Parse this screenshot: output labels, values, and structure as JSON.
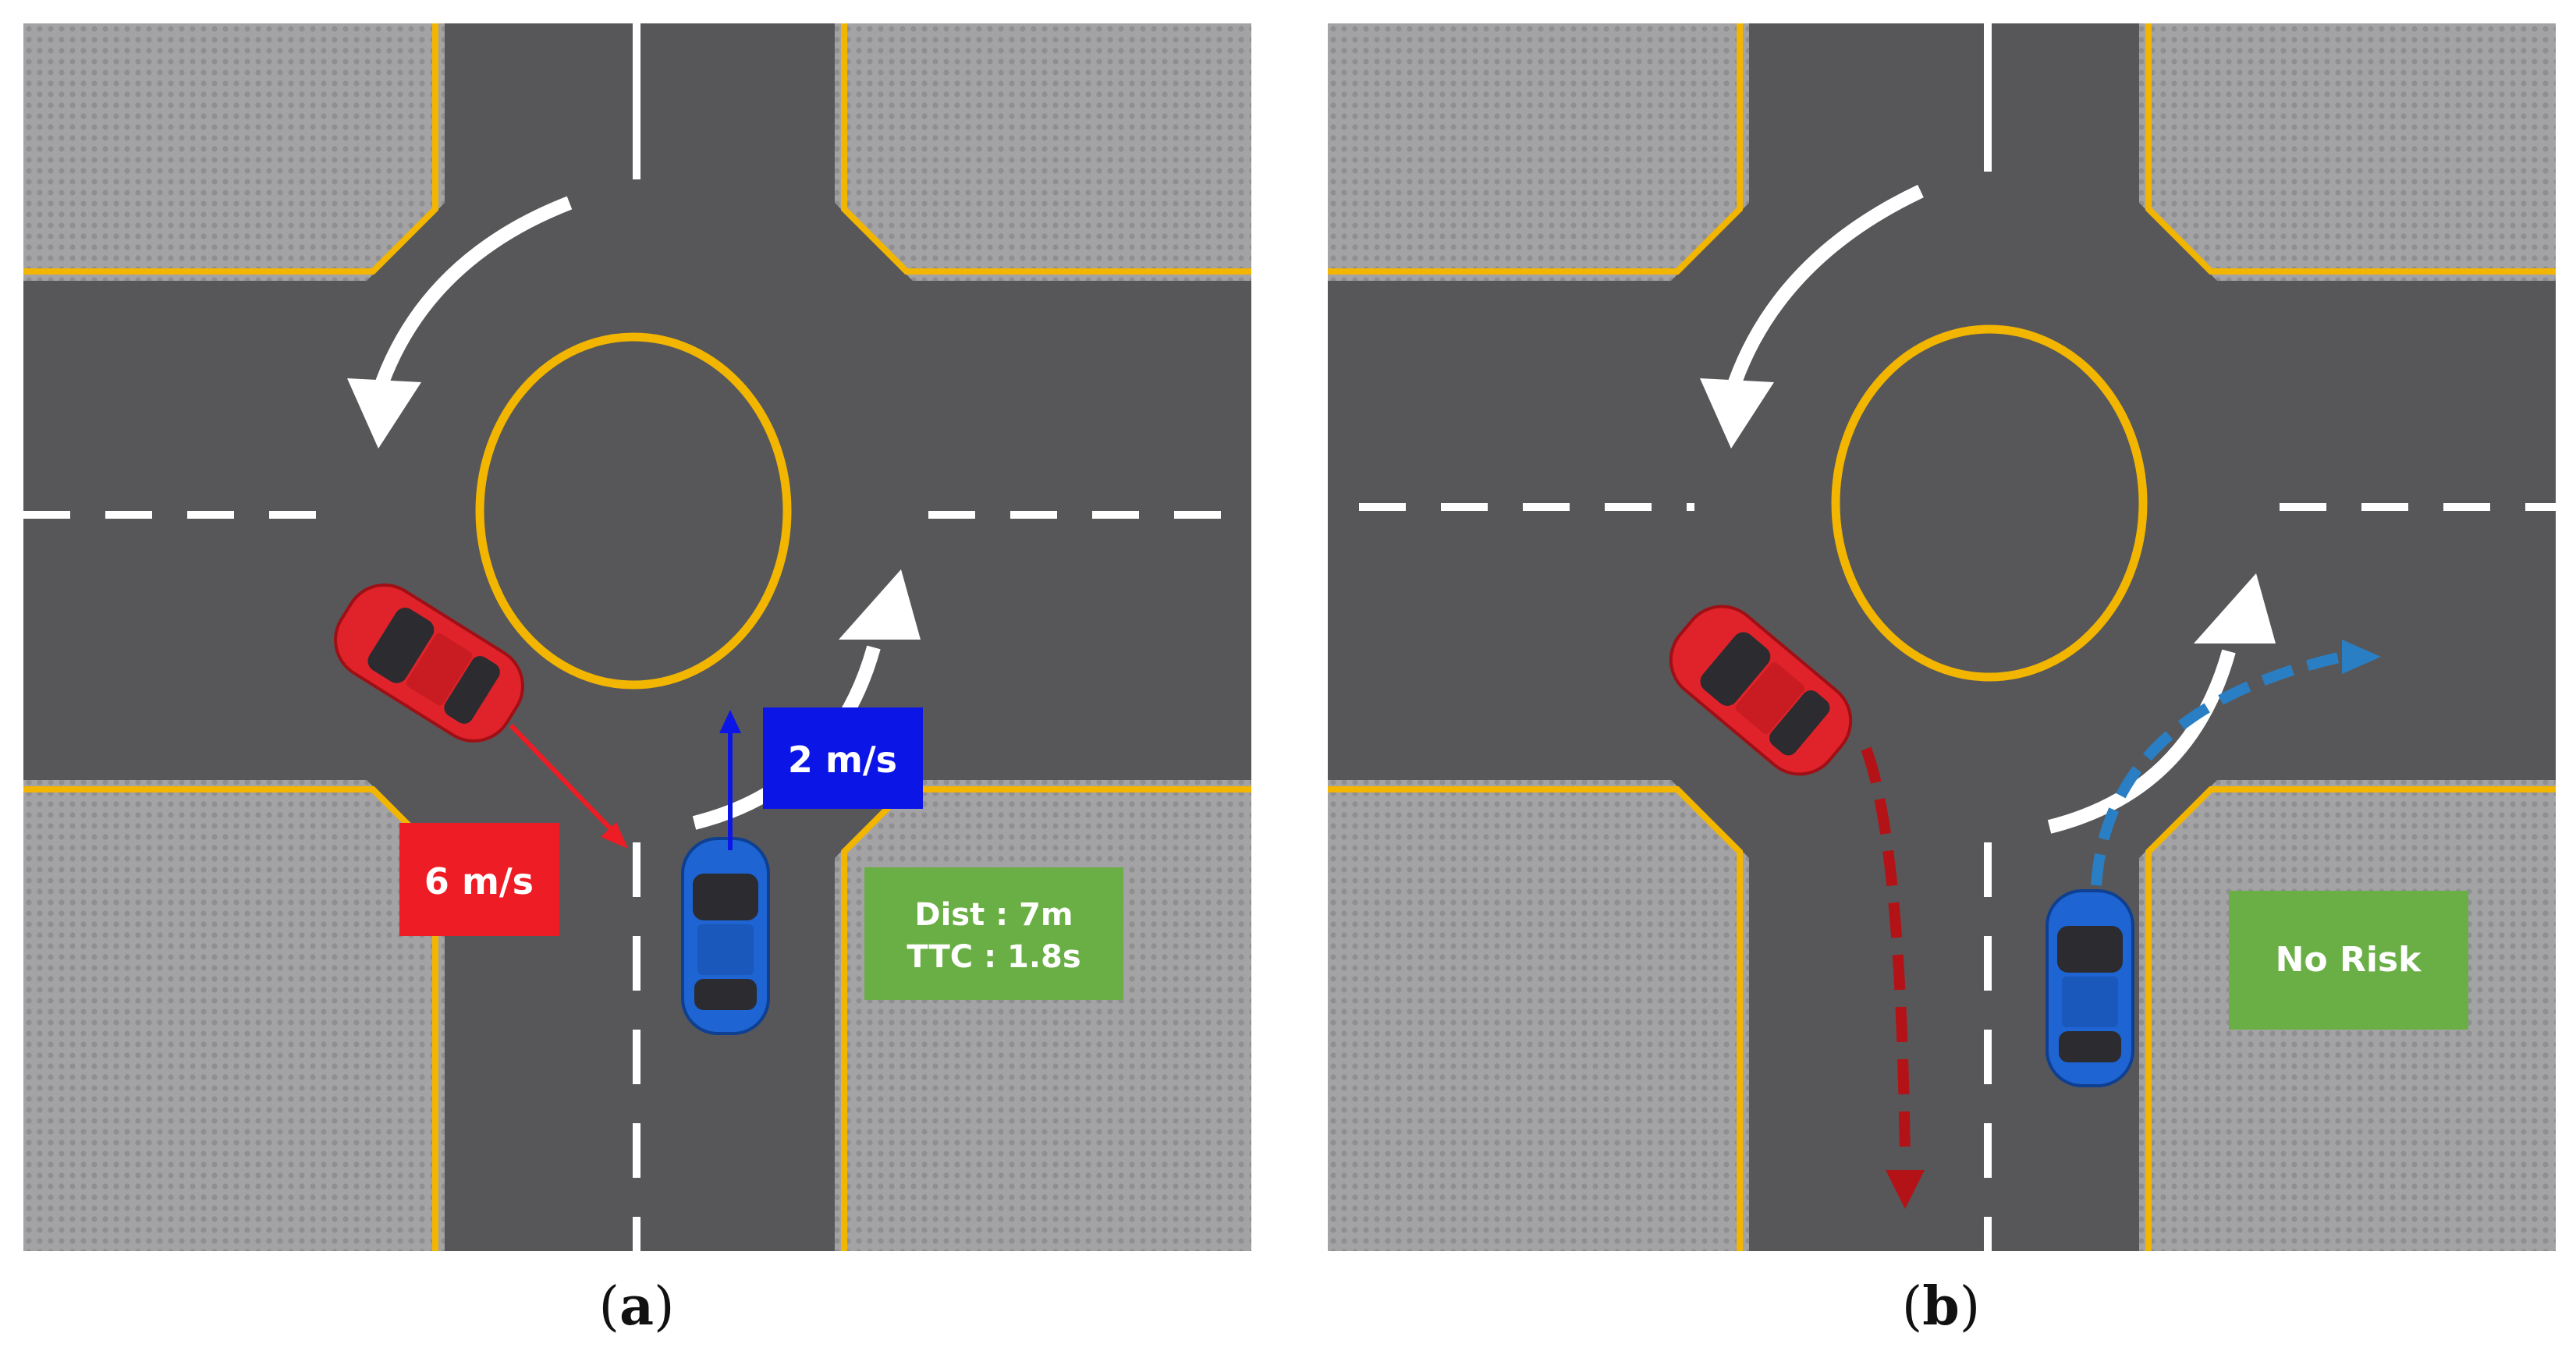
{
  "panels": [
    {
      "id": "a",
      "caption_open": "(",
      "caption_letter": "a",
      "caption_close": ")",
      "red_speed": "6 m/s",
      "blue_speed": "2 m/s",
      "info_lines": [
        "Dist : 7m",
        "TTC : 1.8s"
      ]
    },
    {
      "id": "b",
      "caption_open": "(",
      "caption_letter": "b",
      "caption_close": ")",
      "info_lines": [
        "No Risk"
      ]
    }
  ],
  "colors": {
    "asphalt": "#575759",
    "sidewalk": "#a7a7a9",
    "curb_line": "#f2b500",
    "red_car": "#e0232a",
    "blue_car": "#1e64d2",
    "red_label": "#ee1c24",
    "blue_label": "#0b16e6",
    "info_box": "#6aaf45",
    "red_path": "#b31217",
    "blue_path": "#2a7fc4"
  },
  "icons": [
    "red-car-icon",
    "blue-car-icon",
    "turn-arrow-icon"
  ]
}
